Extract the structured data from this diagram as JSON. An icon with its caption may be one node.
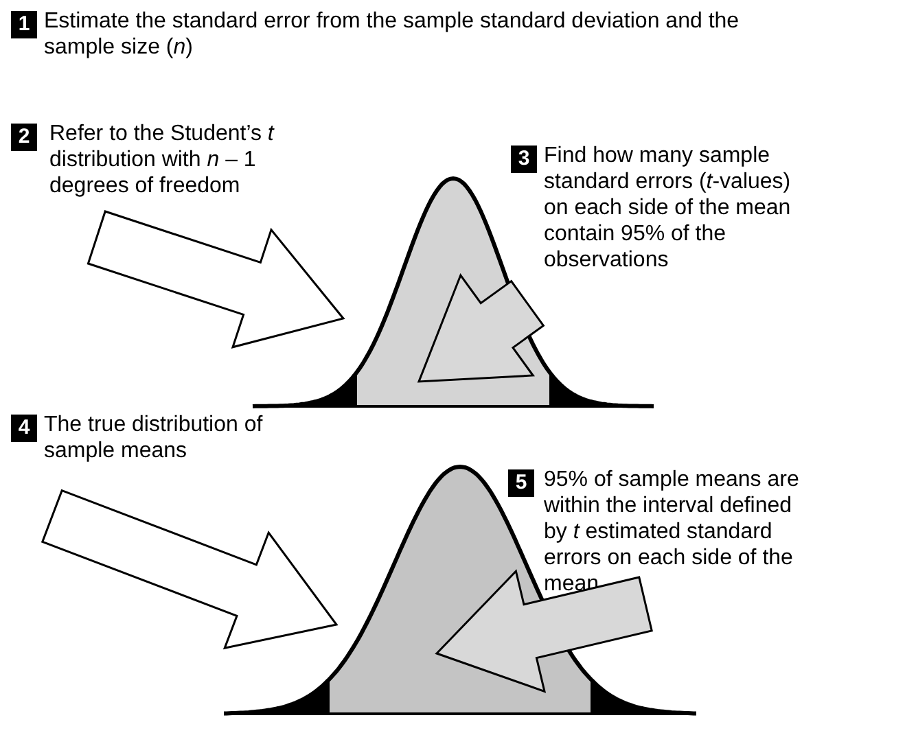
{
  "diagram": {
    "nodes": [
      {
        "text": [
          "1",
          "Estimate the standard error from the sample standard deviation and the sample size (*n*)"
        ]
      },
      {
        "text": [
          "2",
          "Refer to the Student’s *t* distribution with *n* – 1 degrees of freedom"
        ]
      },
      {
        "text": [
          "3",
          "Find how many sample standard errors (*t*-values) on each side of the mean contain 95% of the observations"
        ]
      },
      {
        "text": [],
        "shape": "picture"
      },
      {
        "text": [
          "4",
          "The true distribution of sample means"
        ]
      },
      {
        "text": [
          "5",
          "95% of sample means are within the interval defined by *t* estimated standard errors on each side of the mean"
        ]
      },
      {
        "text": [],
        "shape": "picture"
      }
    ],
    "edges": [
      {
        "from": 1,
        "to": 3,
        "arrow": "to"
      },
      {
        "from": 2,
        "to": 3,
        "arrow": "to"
      },
      {
        "from": 4,
        "to": 6,
        "arrow": "to"
      },
      {
        "from": 5,
        "to": 6,
        "arrow": "to"
      }
    ]
  }
}
